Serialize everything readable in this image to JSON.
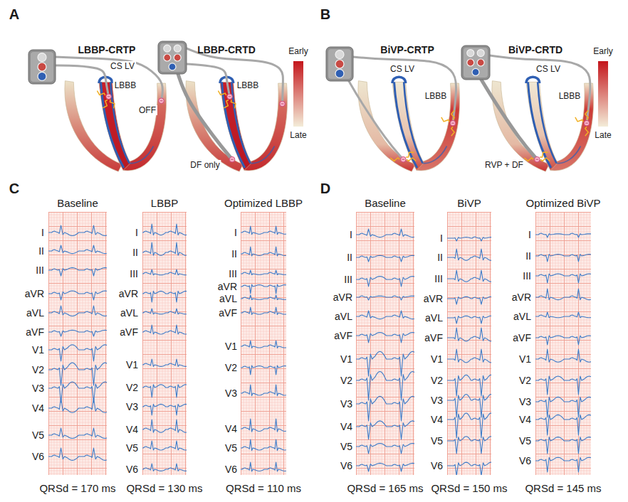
{
  "diagram": {
    "nodes": [
      {
        "text": [
          "Baseline",
          "QRSd = 170 ms"
        ]
      },
      {
        "text": [
          "LBBP",
          "QRSd = 130 ms"
        ]
      },
      {
        "text": [
          "Optimized LBBP",
          "QRSd = 110 ms"
        ]
      },
      {
        "text": [
          "Baseline",
          "QRSd = 165 ms"
        ]
      },
      {
        "text": [
          "BiVP",
          "QRSd = 150 ms"
        ]
      },
      {
        "text": [
          "Optimized BiVP",
          "QRSd = 145 ms"
        ]
      }
    ],
    "labels": [
      "A",
      "LBBP-CRTP",
      "LBBP-CRTD",
      "CS LV",
      "LBBB",
      "OFF",
      "LBBB",
      "DF only",
      "B",
      "BiVP-CRTP",
      "BiVP-CRTD",
      "CS LV",
      "LBBB",
      "CS LV",
      "LBBB",
      "RVP + DF",
      "C",
      "D",
      "I",
      "II",
      "III",
      "aVR",
      "aVL",
      "aVF",
      "V1",
      "V2",
      "V3",
      "V4",
      "V5",
      "V6",
      "I",
      "II",
      "III",
      "aVR",
      "aVL",
      "aVF",
      "V1",
      "V2",
      "V3",
      "V4",
      "V5",
      "V6",
      "I",
      "II",
      "III",
      "aVR",
      "aVL",
      "aVF",
      "V1",
      "V2",
      "V3",
      "V4",
      "V5",
      "V6",
      "I",
      "II",
      "III",
      "aVR",
      "aVL",
      "aVF",
      "V1",
      "V2",
      "V3",
      "V4",
      "V5",
      "V6",
      "I",
      "II",
      "III",
      "aVR",
      "aVL",
      "aVF",
      "V1",
      "V2",
      "V3",
      "V4",
      "V5",
      "V6",
      "I",
      "II",
      "III",
      "aVR",
      "aVL",
      "aVF",
      "V1",
      "V2",
      "V3",
      "V4",
      "V5",
      "V6"
    ],
    "legend": [
      {
        "text": "Early",
        "color": "#c4161c"
      },
      {
        "text": "Late",
        "color": "#f3ecd8"
      },
      {
        "text": "Early",
        "color": "#c4161c"
      },
      {
        "text": "Late",
        "color": "#f3ecd8"
      }
    ]
  }
}
